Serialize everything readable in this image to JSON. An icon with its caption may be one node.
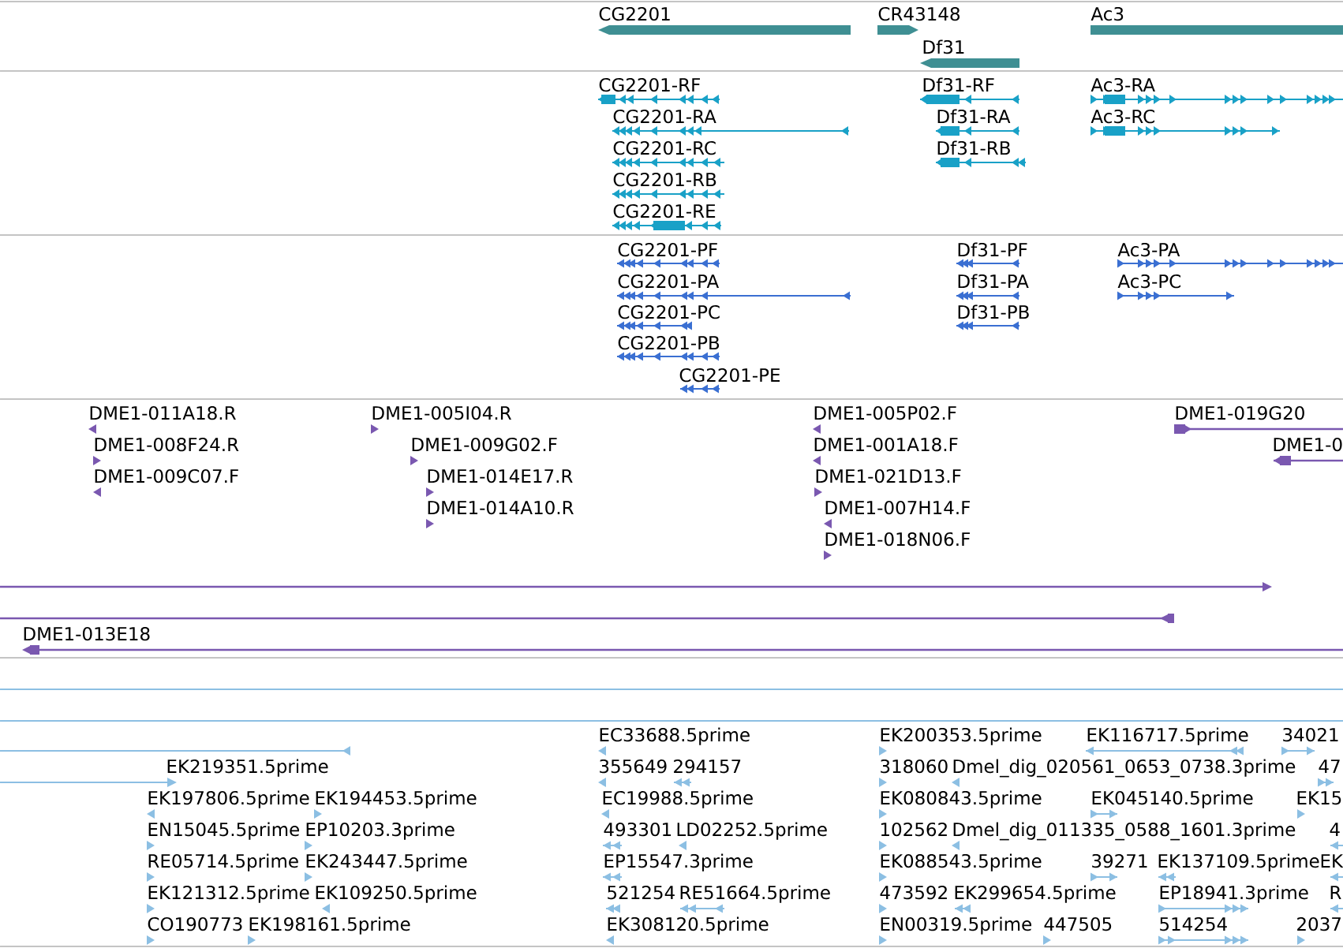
{
  "diagram": {
    "labels": [
      "CG2201",
      "CR43148",
      "Ac3",
      "Df31",
      "CG2201-RF",
      "Df31-RF",
      "Ac3-RA",
      "CG2201-RA",
      "Df31-RA",
      "Ac3-RC",
      "CG2201-RC",
      "Df31-RB",
      "CG2201-RB",
      "CG2201-RE",
      "CG2201-PF",
      "Df31-PF",
      "Ac3-PA",
      "CG2201-PA",
      "Df31-PA",
      "Ac3-PC",
      "CG2201-PC",
      "Df31-PB",
      "CG2201-PB",
      "CG2201-PE",
      "DME1-011A18.R",
      "DME1-005I04.R",
      "DME1-005P02.F",
      "DME1-019G20",
      "DME1-008F24.R",
      "DME1-009G02.F",
      "DME1-001A18.F",
      "DME1-0",
      "DME1-009C07.F",
      "DME1-014E17.R",
      "DME1-021D13.F",
      "DME1-014A10.R",
      "DME1-007H14.F",
      "DME1-018N06.F",
      "DME1-013E18",
      "EC33688.5prime",
      "EK200353.5prime",
      "EK116717.5prime",
      "34021",
      "EK219351.5prime",
      "355649",
      "294157",
      "318060",
      "Dmel_dig_020561_0653_0738.3prime",
      "47",
      "EK197806.5prime",
      "EK194453.5prime",
      "EC19988.5prime",
      "EK080843.5prime",
      "EK045140.5prime",
      "EK15",
      "EN15045.5prime",
      "EP10203.3prime",
      "493301",
      "LD02252.5prime",
      "102562",
      "Dmel_dig_011335_0588_1601.3prime",
      "4",
      "RE05714.5prime",
      "EK243447.5prime",
      "EP15547.3prime",
      "EK088543.5prime",
      "39271",
      "EK137109.5prime",
      "EK",
      "EK121312.5prime",
      "EK109250.5prime",
      "521254",
      "RE51664.5prime",
      "473592",
      "EK299654.5prime",
      "EP18941.3prime",
      "R",
      "CO190773",
      "EK198161.5prime",
      "EK308120.5prime",
      "EN00319.5prime",
      "447505",
      "514254",
      "2037"
    ]
  }
}
